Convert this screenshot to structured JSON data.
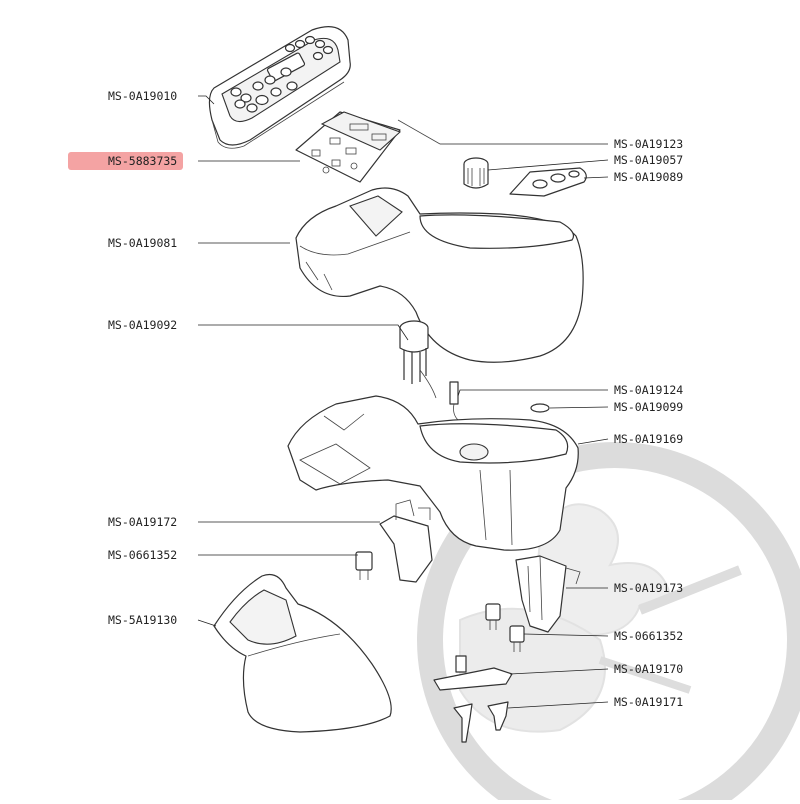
{
  "diagram": {
    "parts": [
      {
        "id": "MS-0A19010"
      },
      {
        "id": "MS-5883735",
        "highlighted": true
      },
      {
        "id": "MS-0A19081"
      },
      {
        "id": "MS-0A19092"
      },
      {
        "id": "MS-0A19172"
      },
      {
        "id": "MS-0661352"
      },
      {
        "id": "MS-5A19130"
      },
      {
        "id": "MS-0A19123"
      },
      {
        "id": "MS-0A19057"
      },
      {
        "id": "MS-0A19089"
      },
      {
        "id": "MS-0A19124"
      },
      {
        "id": "MS-0A19099"
      },
      {
        "id": "MS-0A19169"
      },
      {
        "id": "MS-0A19173"
      },
      {
        "id": "MS-0661352"
      },
      {
        "id": "MS-0A19170"
      },
      {
        "id": "MS-0A19171"
      }
    ],
    "highlight_color": "#f4a3a3",
    "line_color": "#333333"
  }
}
